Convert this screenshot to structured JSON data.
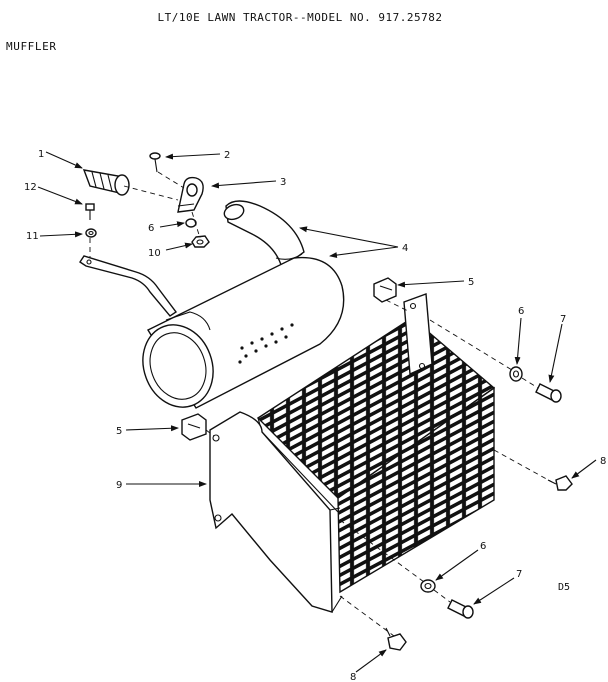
{
  "title": "LT/10E LAWN TRACTOR--MODEL NO. 917.25782",
  "section": "MUFFLER",
  "drawing_code": "D5",
  "callouts": {
    "c1": "1",
    "c2": "2",
    "c3": "3",
    "c4": "4",
    "c5a": "5",
    "c5b": "5",
    "c6a": "6",
    "c6b": "6",
    "c6c": "6",
    "c7a": "7",
    "c7b": "7",
    "c8a": "8",
    "c8b": "8",
    "c9": "9",
    "c10": "10",
    "c11": "11",
    "c12": "12"
  }
}
